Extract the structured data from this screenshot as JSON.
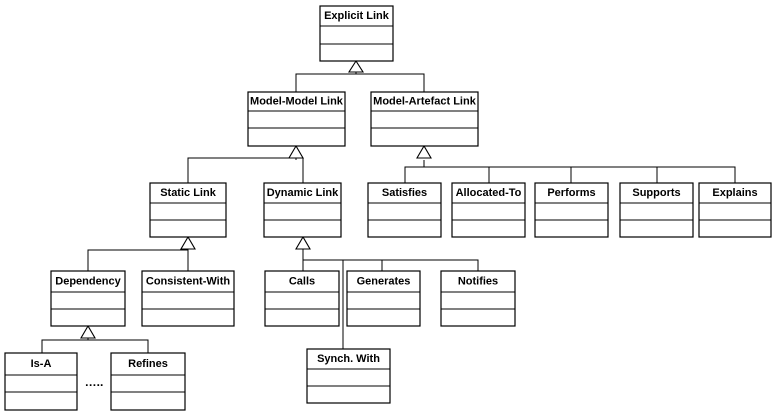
{
  "diagram": {
    "classes": {
      "explicit_link": "Explicit Link",
      "model_model_link": "Model-Model Link",
      "model_artefact_link": "Model-Artefact Link",
      "static_link": "Static Link",
      "dynamic_link": "Dynamic Link",
      "satisfies": "Satisfies",
      "allocated_to": "Allocated-To",
      "performs": "Performs",
      "supports": "Supports",
      "explains": "Explains",
      "dependency": "Dependency",
      "consistent_with": "Consistent-With",
      "calls": "Calls",
      "generates": "Generates",
      "notifies": "Notifies",
      "synch_with": "Synch. With",
      "is_a": "Is-A",
      "refines": "Refines"
    },
    "ellipsis": "….."
  }
}
